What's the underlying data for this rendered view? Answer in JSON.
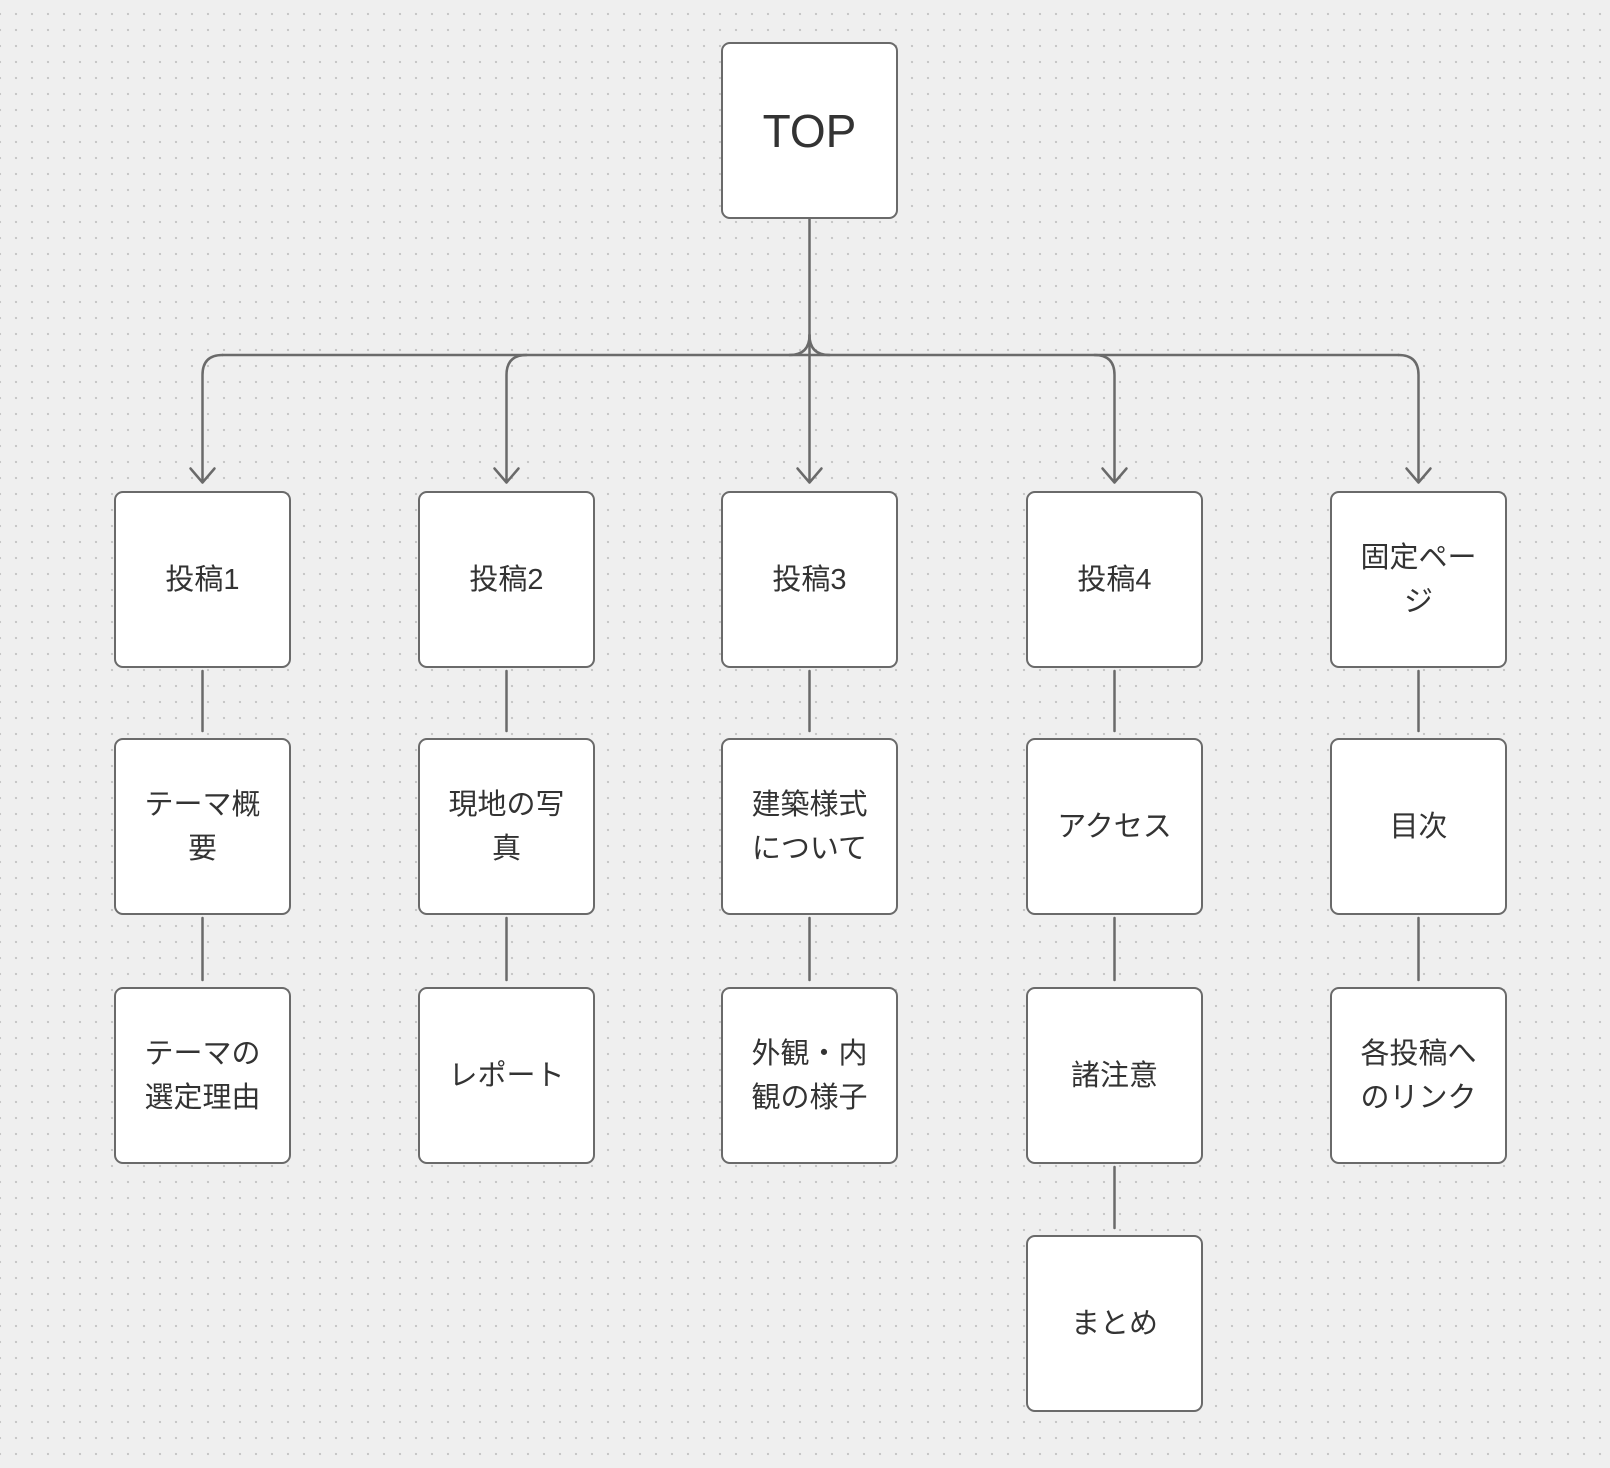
{
  "canvas": {
    "background_color": "#efefef",
    "dot_color": "#c7c7c7",
    "line_color": "#6a6a6a",
    "node_fill": "#ffffff",
    "node_border_color": "#6a6a6a",
    "text_color": "#333333"
  },
  "diagram": {
    "type": "sitemap-flowchart",
    "root": {
      "label": "TOP"
    },
    "columns": [
      {
        "nodes": [
          {
            "label": "投稿1"
          },
          {
            "label": "テーマ概要"
          },
          {
            "label": "テーマの選定理由"
          }
        ]
      },
      {
        "nodes": [
          {
            "label": "投稿2"
          },
          {
            "label": "現地の写真"
          },
          {
            "label": "レポート"
          }
        ]
      },
      {
        "nodes": [
          {
            "label": "投稿3"
          },
          {
            "label": "建築様式について"
          },
          {
            "label": "外観・内観の様子"
          }
        ]
      },
      {
        "nodes": [
          {
            "label": "投稿4"
          },
          {
            "label": "アクセス"
          },
          {
            "label": "諸注意"
          },
          {
            "label": "まとめ"
          }
        ]
      },
      {
        "nodes": [
          {
            "label": "固定ページ"
          },
          {
            "label": "目次"
          },
          {
            "label": "各投稿へのリンク"
          }
        ]
      }
    ]
  }
}
